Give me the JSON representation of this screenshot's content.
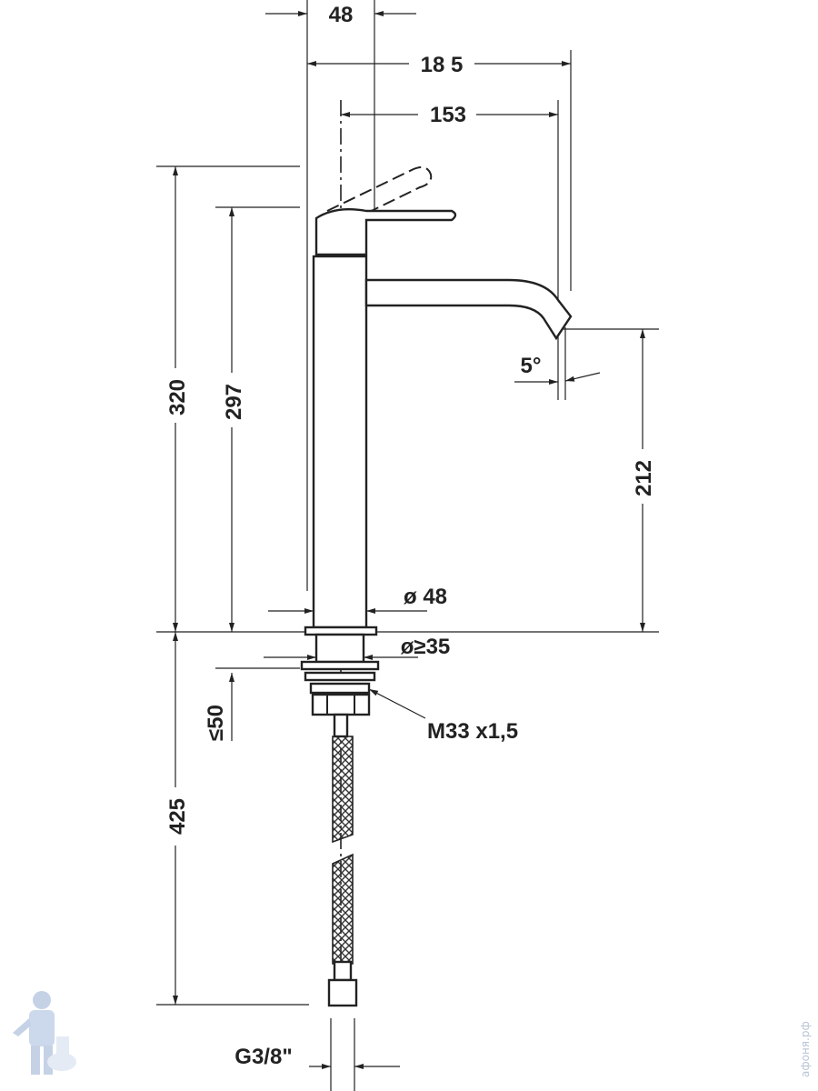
{
  "drawing": {
    "dimensions": {
      "handle_offset": "48",
      "overall_reach": "18 5",
      "spout_reach": "153",
      "total_height": "320",
      "handle_height": "297",
      "spout_height": "212",
      "spout_angle": "5°",
      "body_diameter": "ø 48",
      "hole_diameter": "ø≥35",
      "deck_thickness": "≤50",
      "thread": "M33 x1,5",
      "hose_length": "425",
      "connection": "G3/8\""
    },
    "watermark": {
      "site": "афоня.рф",
      "logo": "plumber-mascot"
    }
  }
}
